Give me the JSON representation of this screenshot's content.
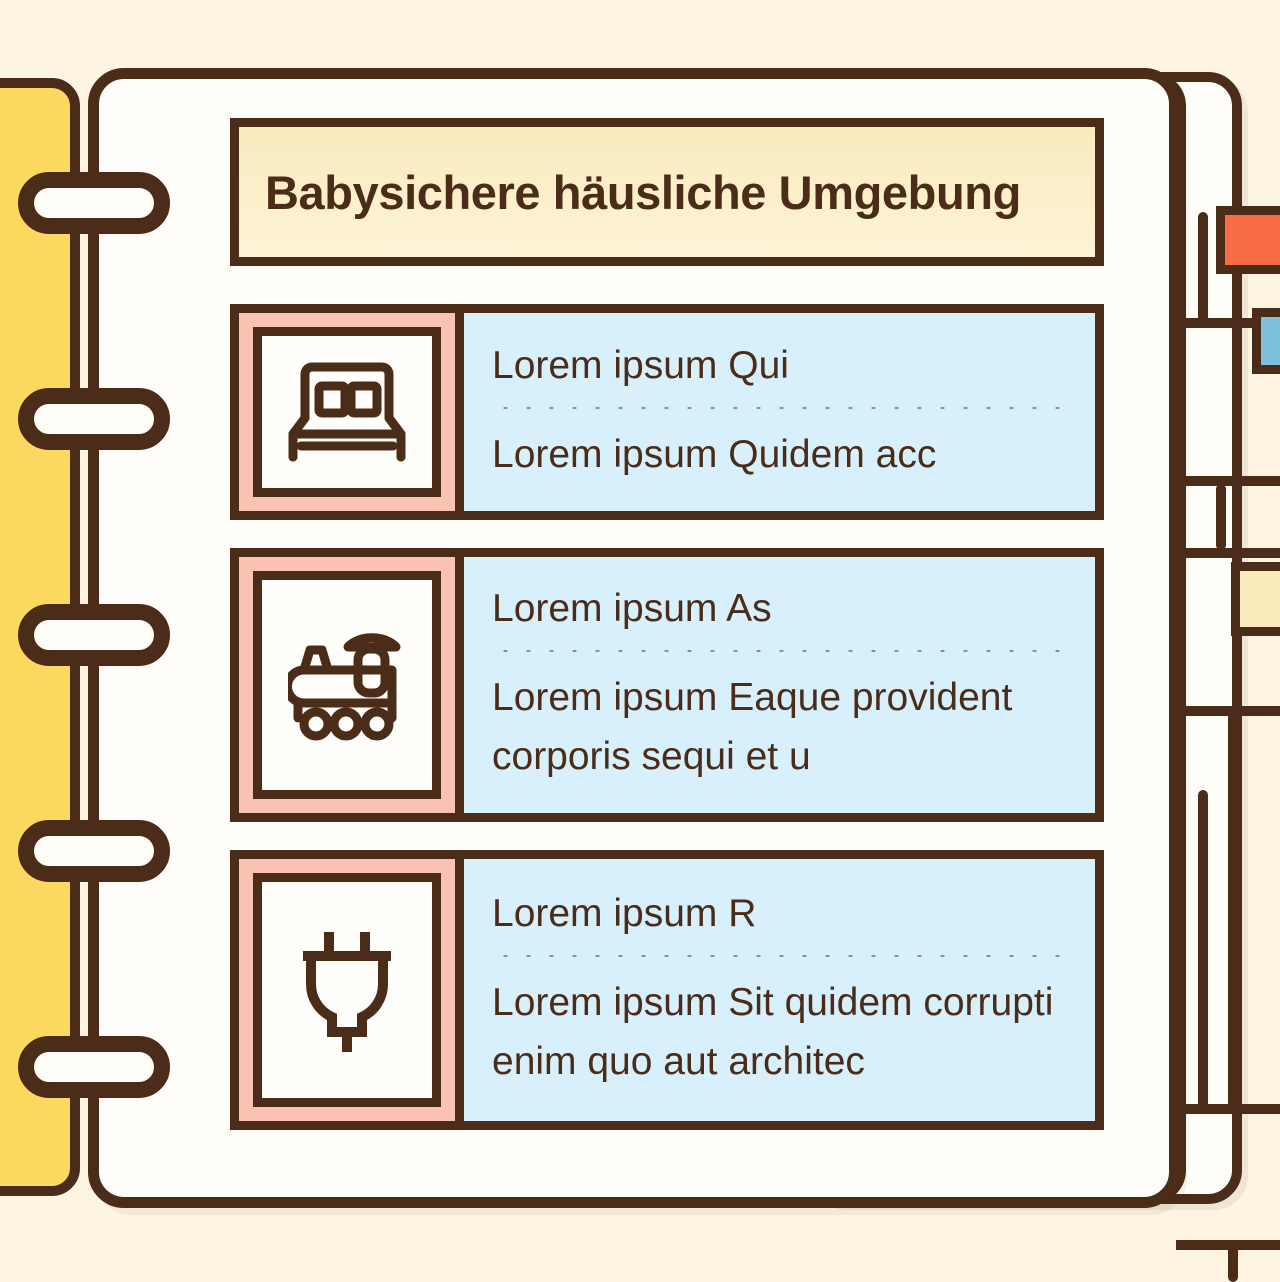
{
  "document": {
    "title": "Babysichere häusliche Umgebung"
  },
  "colors": {
    "background": "#FDF5E2",
    "ink": "#4A2C18",
    "spine_yellow": "#FBD95E",
    "title_cream": "#FAEBBE",
    "panel_blue": "#D7F0FB",
    "frame_pink": "#FAC2B2",
    "tab_orange": "#F96C46",
    "tab_blue": "#7EC0DC",
    "tab_cream": "#FCECBD"
  },
  "binder": {
    "ring_count": 5,
    "ring_label": "binder-ring"
  },
  "tabs": [
    {
      "name": "tab-orange",
      "color": "#F96C46"
    },
    {
      "name": "tab-blue",
      "color": "#7EC0DC"
    },
    {
      "name": "tab-cream",
      "color": "#FCECBD"
    }
  ],
  "rows": [
    {
      "icon": "bed-icon",
      "heading": "Lorem ipsum Qui",
      "body": "Lorem ipsum Quidem acc"
    },
    {
      "icon": "train-icon",
      "heading": "Lorem ipsum As",
      "body": "Lorem ipsum Eaque provident corporis sequi et u"
    },
    {
      "icon": "power-plug-icon",
      "heading": "Lorem ipsum R",
      "body": "Lorem ipsum Sit quidem corrupti enim quo aut architec"
    }
  ]
}
